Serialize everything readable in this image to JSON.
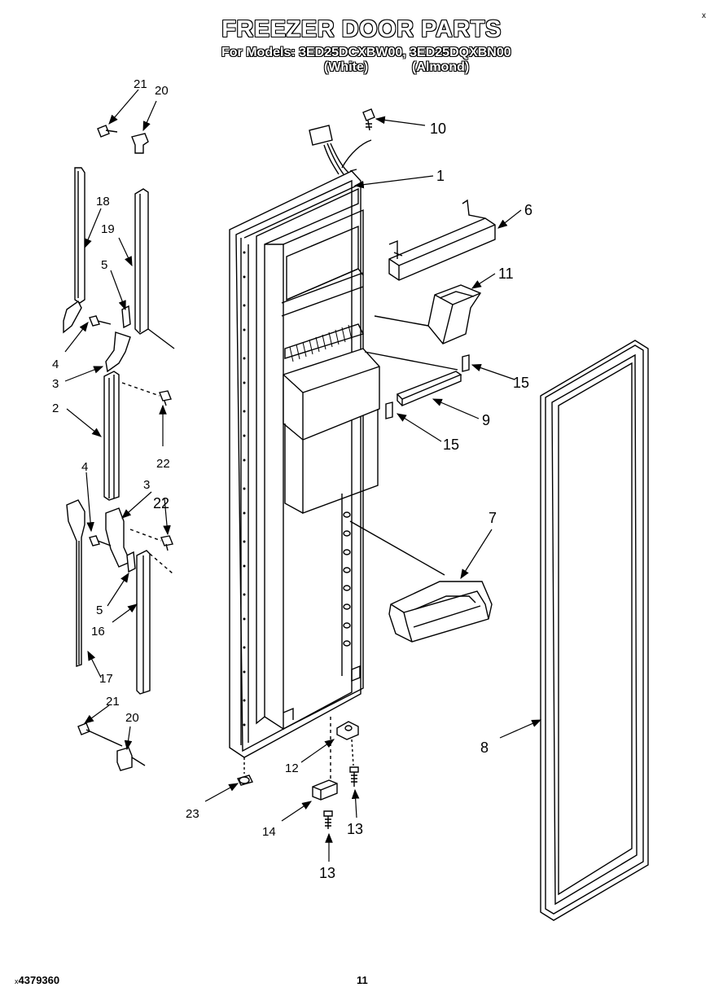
{
  "header": {
    "title": "FREEZER DOOR PARTS",
    "models": "For Models: 3ED25DCXBW00, 3ED25DQXBN00",
    "white": "(White)",
    "almond": "(Almond)"
  },
  "footer": {
    "part_number": "4379360",
    "page": "11",
    "corner_mark_top": "x",
    "corner_mark_bottom": "x"
  },
  "callouts": {
    "c1": "1",
    "c2": "2",
    "c3a": "3",
    "c3b": "3",
    "c4a": "4",
    "c4b": "4",
    "c5a": "5",
    "c5b": "5",
    "c6": "6",
    "c7": "7",
    "c8": "8",
    "c9": "9",
    "c10": "10",
    "c11": "11",
    "c12": "12",
    "c13a": "13",
    "c13b": "13",
    "c14": "14",
    "c15a": "15",
    "c15b": "15",
    "c16": "16",
    "c17": "17",
    "c18": "18",
    "c19": "19",
    "c20a": "20",
    "c20b": "20",
    "c21a": "21",
    "c21b": "21",
    "c22a": "22",
    "c22b": "22",
    "c23": "23"
  }
}
